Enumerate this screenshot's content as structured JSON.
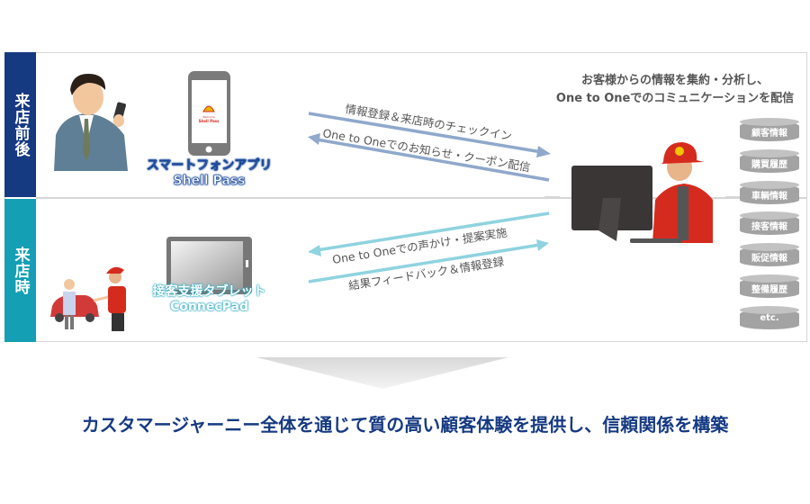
{
  "phases": {
    "before": "来店前後",
    "during": "来店時"
  },
  "app": {
    "line1": "スマートフォンアプリ",
    "line2": "Shell Pass",
    "screen_welcome": "Welcome",
    "screen_name": "Shell Pass"
  },
  "tablet": {
    "line1": "接客支援タブレット",
    "line2": "ConnecPad"
  },
  "arrows": {
    "checkin": "情報登録＆来店時のチェックイン",
    "coupon": "One to Oneでのお知らせ・クーポン配信",
    "proposal": "One to Oneでの声かけ・提案実施",
    "feedback": "結果フィードバック＆情報登録"
  },
  "hub": {
    "line1": "お客様からの情報を集約・分析し、",
    "line2": "One to Oneでのコミュニケーションを配信"
  },
  "databases": [
    "顧客情報",
    "購買履歴",
    "車輌情報",
    "接客情報",
    "販促情報",
    "整備履歴",
    "etc."
  ],
  "conclusion": "カスタマージャーニー全体を通じて質の高い顧客体験を提供し、信頼関係を構築",
  "colors": {
    "navy": "#163a82",
    "teal": "#149fb4",
    "arrow_top": "#8fa8cc",
    "arrow_bottom": "#8fd3df"
  }
}
